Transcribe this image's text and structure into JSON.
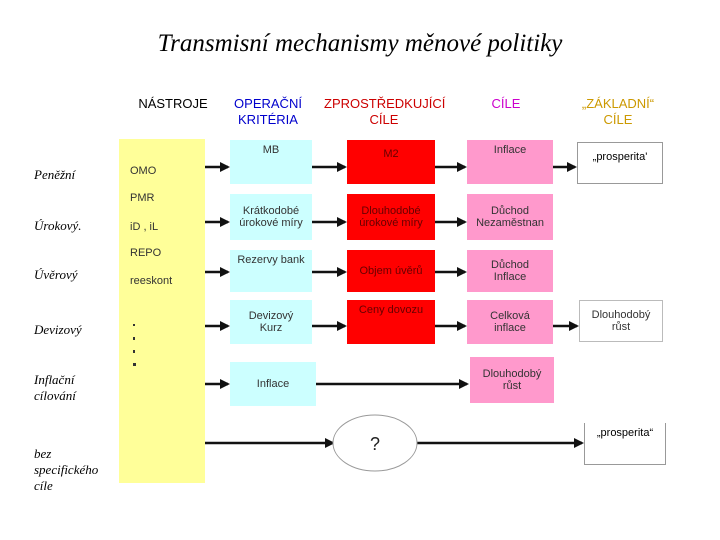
{
  "title": "Transmisní mechanismy měnové politiky",
  "columns": {
    "nastroje": "NÁSTROJE",
    "operacni": "OPERAČNÍ\nKRITÉRIA",
    "zprostredkujici": "ZPROSTŘEDKUJÍCÍ\nCÍLE",
    "cile": "CÍLE",
    "zakladni": "„ZÁKLADNÍ“\nCÍLE"
  },
  "rows": {
    "penezni": "Peněžní",
    "urokovy": "Úrokový.",
    "uverovy": "Úvěrový",
    "devizovy": "Devizový",
    "inflacni": "Inflační\ncílování",
    "bez": "bez\nspecifického\ncíle"
  },
  "tools": {
    "omo": "OMO",
    "pmr": "PMR",
    "ib": "iD , iL",
    "repo": "REPO",
    "reeskont": "reeskont"
  },
  "operational": {
    "mb": "MB",
    "kratkodobe": "Krátkodobé\núrokové míry",
    "rezervy": "Rezervy bank",
    "devizovy_kurz": "Devizový\nKurz",
    "inflace": "Inflace"
  },
  "intermediate": {
    "m2": "M2",
    "dlouhodobe": "Dlouhodobé\núrokové míry",
    "objem_uveru": "Objem úvěrů",
    "ceny_dovozu": "Ceny dovozu"
  },
  "goals": {
    "inflace": "Inflace",
    "duchod_nezamestnan": "Důchod\nNezaměstnan",
    "duchod_inflace": "Důchod\nInflace",
    "celkova_inflace": "Celková\ninflace",
    "dlouhodoby_rust": "Dlouhodobý\nrůst"
  },
  "basic": {
    "prosperita1": "„prosperita'",
    "dlouhodoby_rust": "Dlouhodobý\nrůst",
    "prosperita2": "„prosperita“"
  },
  "question": "?",
  "colors": {
    "tools_bg": "#ffff99",
    "operational_bg": "#ccffff",
    "intermediate_bg": "#ff0000",
    "goals_bg": "#ff99cc",
    "nastroje_head": "#000000",
    "operacni_head": "#0000cc",
    "zprostredkujici_head": "#cc0000",
    "cile_head": "#cc00cc",
    "zakladni_head": "#cc9900"
  }
}
